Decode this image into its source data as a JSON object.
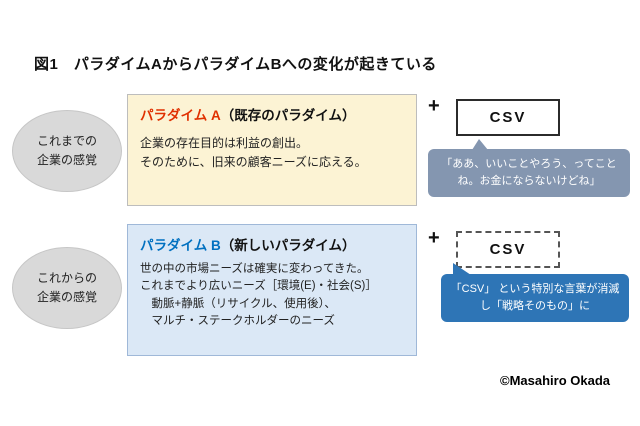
{
  "figure": {
    "title": "図1　パラダイムAからパラダイムBへの変化が起きている",
    "credit": "©Masahiro Okada"
  },
  "ellipses": {
    "current": "これまでの\n企業の感覚",
    "future": "これからの\n企業の感覚"
  },
  "paradigm_a": {
    "title_highlight": "パラダイム A",
    "title_rest": "（既存のパラダイム）",
    "body": "企業の存在目的は利益の創出。\nそのために、旧来の顧客ニーズに応える。",
    "plus": "+",
    "csv_label": "CSV",
    "bubble": "「ああ、いいことやろう、ってことね。お金にならないけどね」"
  },
  "paradigm_b": {
    "title_highlight": "パラダイム B",
    "title_rest": "（新しいパラダイム）",
    "body": "世の中の市場ニーズは確実に変わってきた。\nこれまでより広いニーズ［環境(E)・社会(S)］\n　動脈+静脈（リサイクル、使用後）、\n　マルチ・ステークホルダーのニーズ",
    "plus": "+",
    "csv_label": "CSV",
    "bubble": "「CSV」 という特別な言葉が消滅し「戦略そのもの」に"
  },
  "colors": {
    "paradigm_a_accent": "#e03000",
    "paradigm_b_accent": "#0070c0",
    "box_a_fill": "#fcf3d4",
    "box_b_fill": "#dbe8f6",
    "bubble_a_fill": "#8496b0",
    "bubble_b_fill": "#2e75b6",
    "ellipse_fill": "#d9d9d9"
  }
}
